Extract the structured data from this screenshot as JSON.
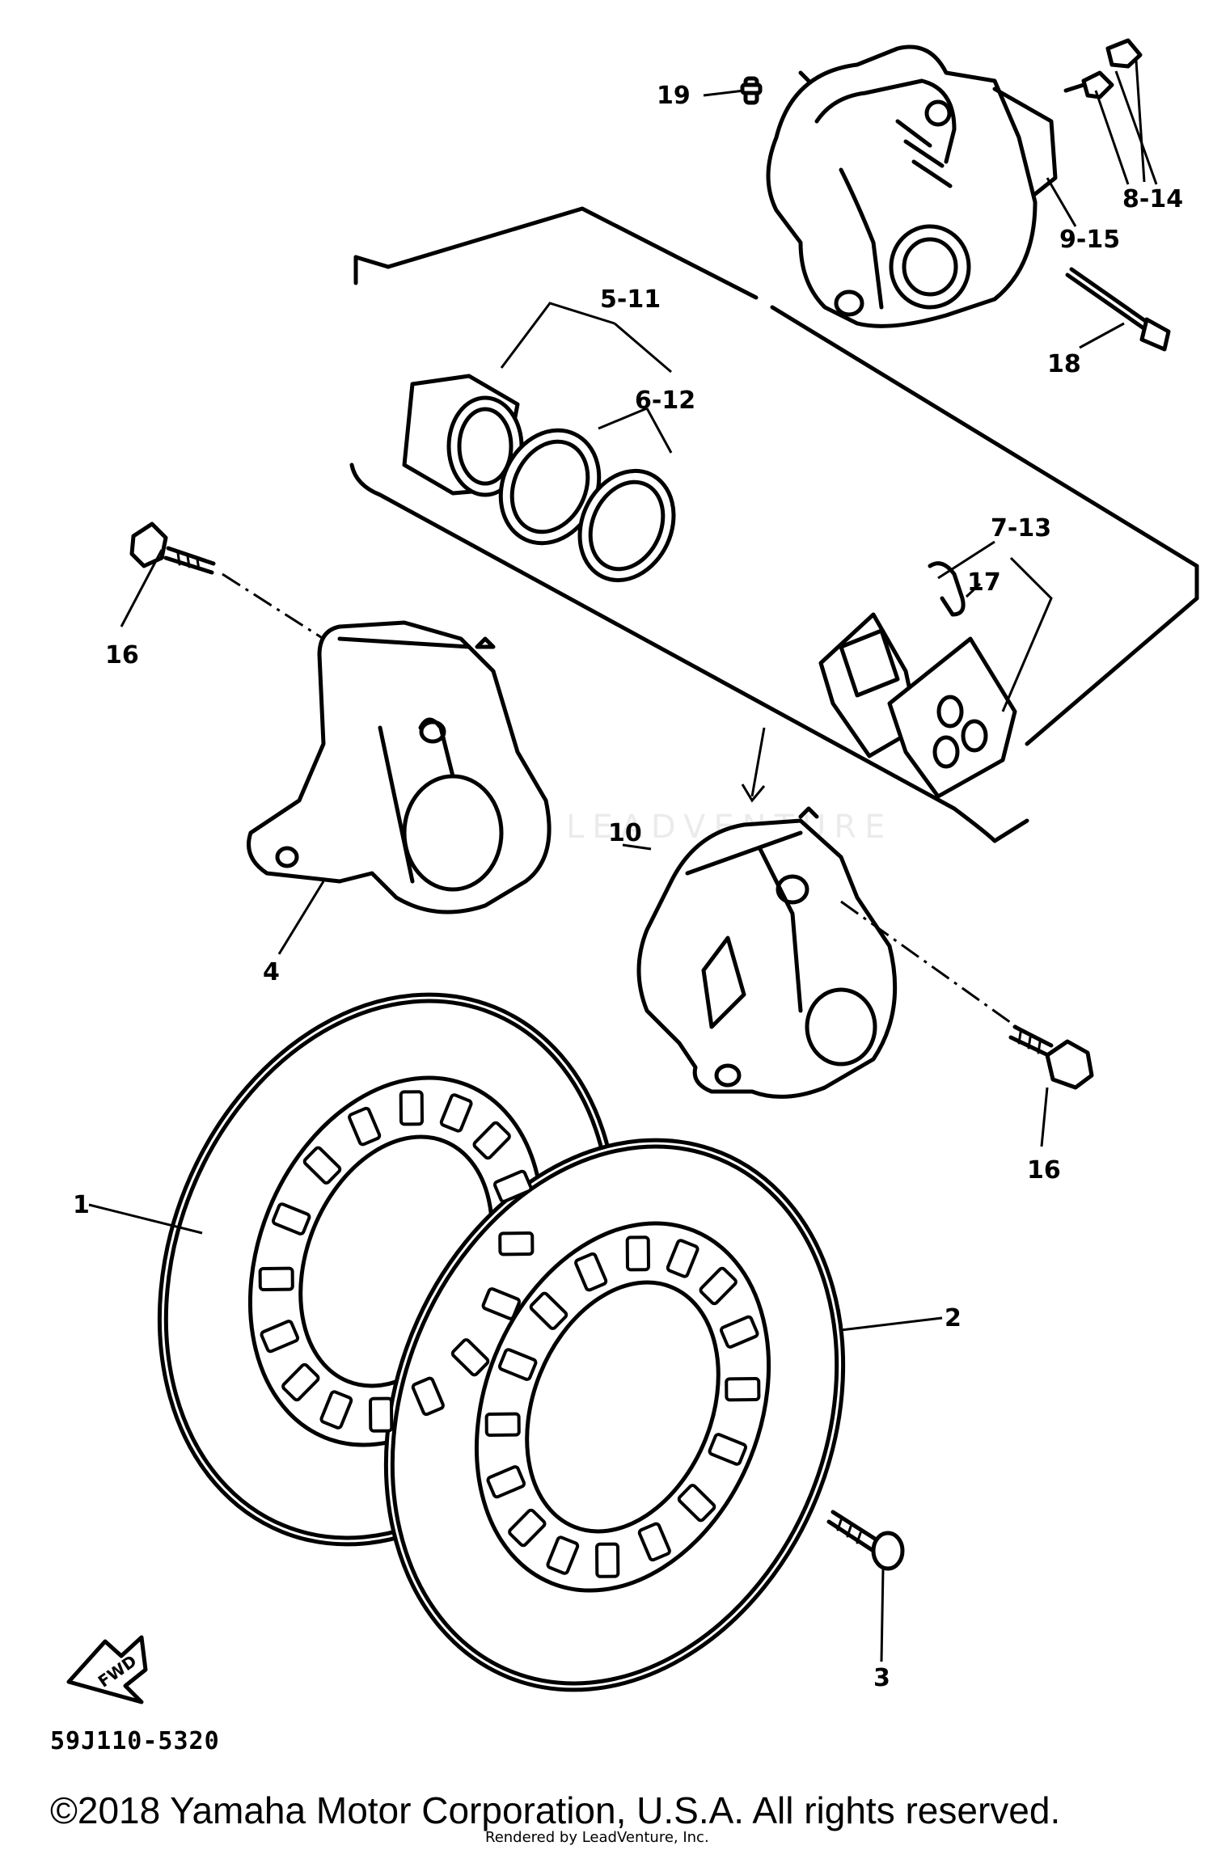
{
  "diagram": {
    "callouts": {
      "c1": "1",
      "c2": "2",
      "c3": "3",
      "c4": "4",
      "c5_11": "5-11",
      "c6_12": "6-12",
      "c7_13": "7-13",
      "c8_14": "8-14",
      "c9_15": "9-15",
      "c10": "10",
      "c16a": "16",
      "c16b": "16",
      "c17": "17",
      "c18": "18",
      "c19": "19"
    },
    "fwd_label": "FWD",
    "code": "59J110-5320"
  },
  "footer": {
    "copyright": "©2018 Yamaha Motor Corporation, U.S.A. All rights reserved.",
    "renderer": "Rendered by LeadVenture, Inc.",
    "watermark": "LEADVENTURE"
  }
}
